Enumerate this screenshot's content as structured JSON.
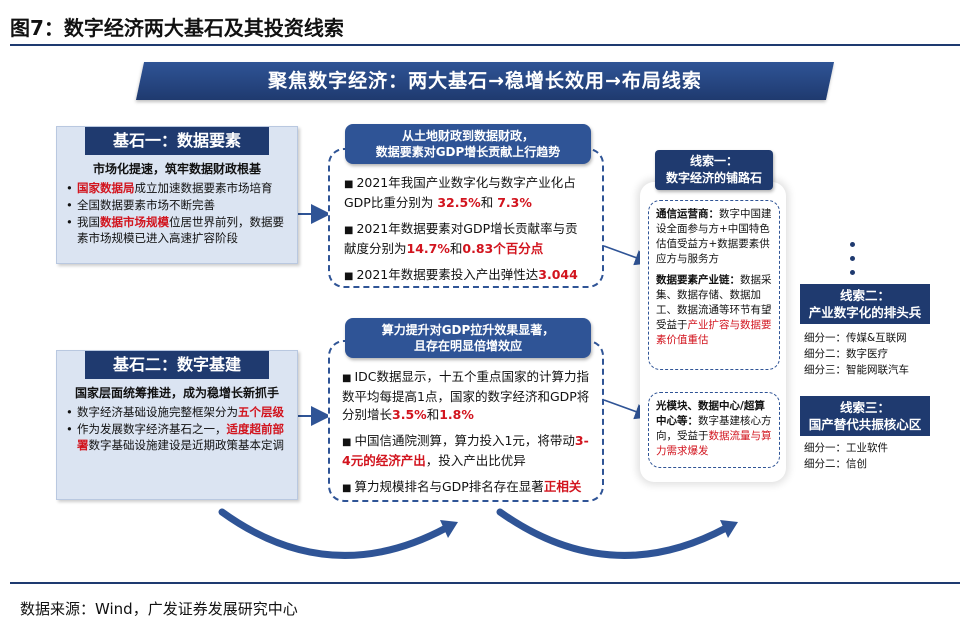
{
  "figure": {
    "title": "图7：数字经济两大基石及其投资线索",
    "source": "数据来源：Wind，广发证券发展研究中心"
  },
  "banner": {
    "text": "聚焦数字经济：两大基石→稳增长效用→布局线索"
  },
  "cornerstone1": {
    "head": "基石一：数据要素",
    "subtitle": "市场化提速，筑牢数据财政根基",
    "bullet1_red": "国家数据局",
    "bullet1_rest": "成立加速数据要素市场培育",
    "bullet2": "全国数据要素市场不断完善",
    "bullet3_pre": "我国",
    "bullet3_red": "数据市场规模",
    "bullet3_rest": "位居世界前列，数据要素市场规模已进入高速扩容阶段"
  },
  "cornerstone2": {
    "head": "基石二：数字基建",
    "subtitle": "国家层面统筹推进，成为稳增长新抓手",
    "bullet1_pre": "数字经济基础设施完整框架分为",
    "bullet1_red": "五个层级",
    "bullet2_pre": "作为发展数字经济基石之一，",
    "bullet2_red": "适度超前部署",
    "bullet2_rest": "数字基础设施建设是近期政策基本定调"
  },
  "effect1": {
    "pill_line1": "从土地财政到数据财政，",
    "pill_line2": "数据要素对GDP增长贡献上行趋势",
    "p1_pre": "2021年我国产业数字化与数字产业化占GDP比重分别为",
    "p1_v1": "32.5%",
    "p1_and": "和",
    "p1_v2": "7.3%",
    "p2_pre": "2021年数据要素对GDP增长贡献率与贡献度分别为",
    "p2_v1": "14.7%",
    "p2_and": "和",
    "p2_v2": "0.83个百分点",
    "p3_pre": "2021年数据要素投入产出弹性达",
    "p3_v": "3.044"
  },
  "effect2": {
    "pill_line1": "算力提升对GDP拉升效果显著，",
    "pill_line2": "且存在明显倍增效应",
    "p1_pre": "IDC数据显示，十五个重点国家的计算力指数平均每提高1点，国家的数字经济和GDP将分别增长",
    "p1_v1": "3.5%",
    "p1_and": "和",
    "p1_v2": "1.8%",
    "p2_pre": "中国信通院测算，算力投入1元，将带动",
    "p2_v": "3-4元的经济产出",
    "p2_rest": "，投入产出比优异",
    "p3_pre": "算力规模排名与GDP排名存在显著",
    "p3_v": "正相关"
  },
  "clue1": {
    "head_line1": "线索一：",
    "head_line2": "数字经济的铺路石",
    "a_bold": "通信运营商：",
    "a_rest": "数字中国建设全面参与方+中国特色估值受益方+数据要素供应方与服务方",
    "b_bold": "数据要素产业链：",
    "b_rest": "数据采集、数据存储、数据加工、数据流通等环节有望受益于",
    "b_red": "产业扩容与数据要素价值重估",
    "c_bold": "光模块、数据中心/超算中心等：",
    "c_rest": "数字基建核心方向，受益于",
    "c_red": "数据流量与算力需求爆发"
  },
  "clue2": {
    "head_line1": "线索二：",
    "head_line2": "产业数字化的排头兵",
    "items": [
      "细分一：传媒&互联网",
      "细分二：数字医疗",
      "细分三：智能网联汽车"
    ]
  },
  "clue3": {
    "head_line1": "线索三：",
    "head_line2": "国产替代共振核心区",
    "items": [
      "细分一：工业软件",
      "细分二：信创"
    ]
  },
  "colors": {
    "navy": "#1f3a6f",
    "blue": "#2f5496",
    "panel": "#dbe4f2",
    "red": "#d2141e"
  }
}
